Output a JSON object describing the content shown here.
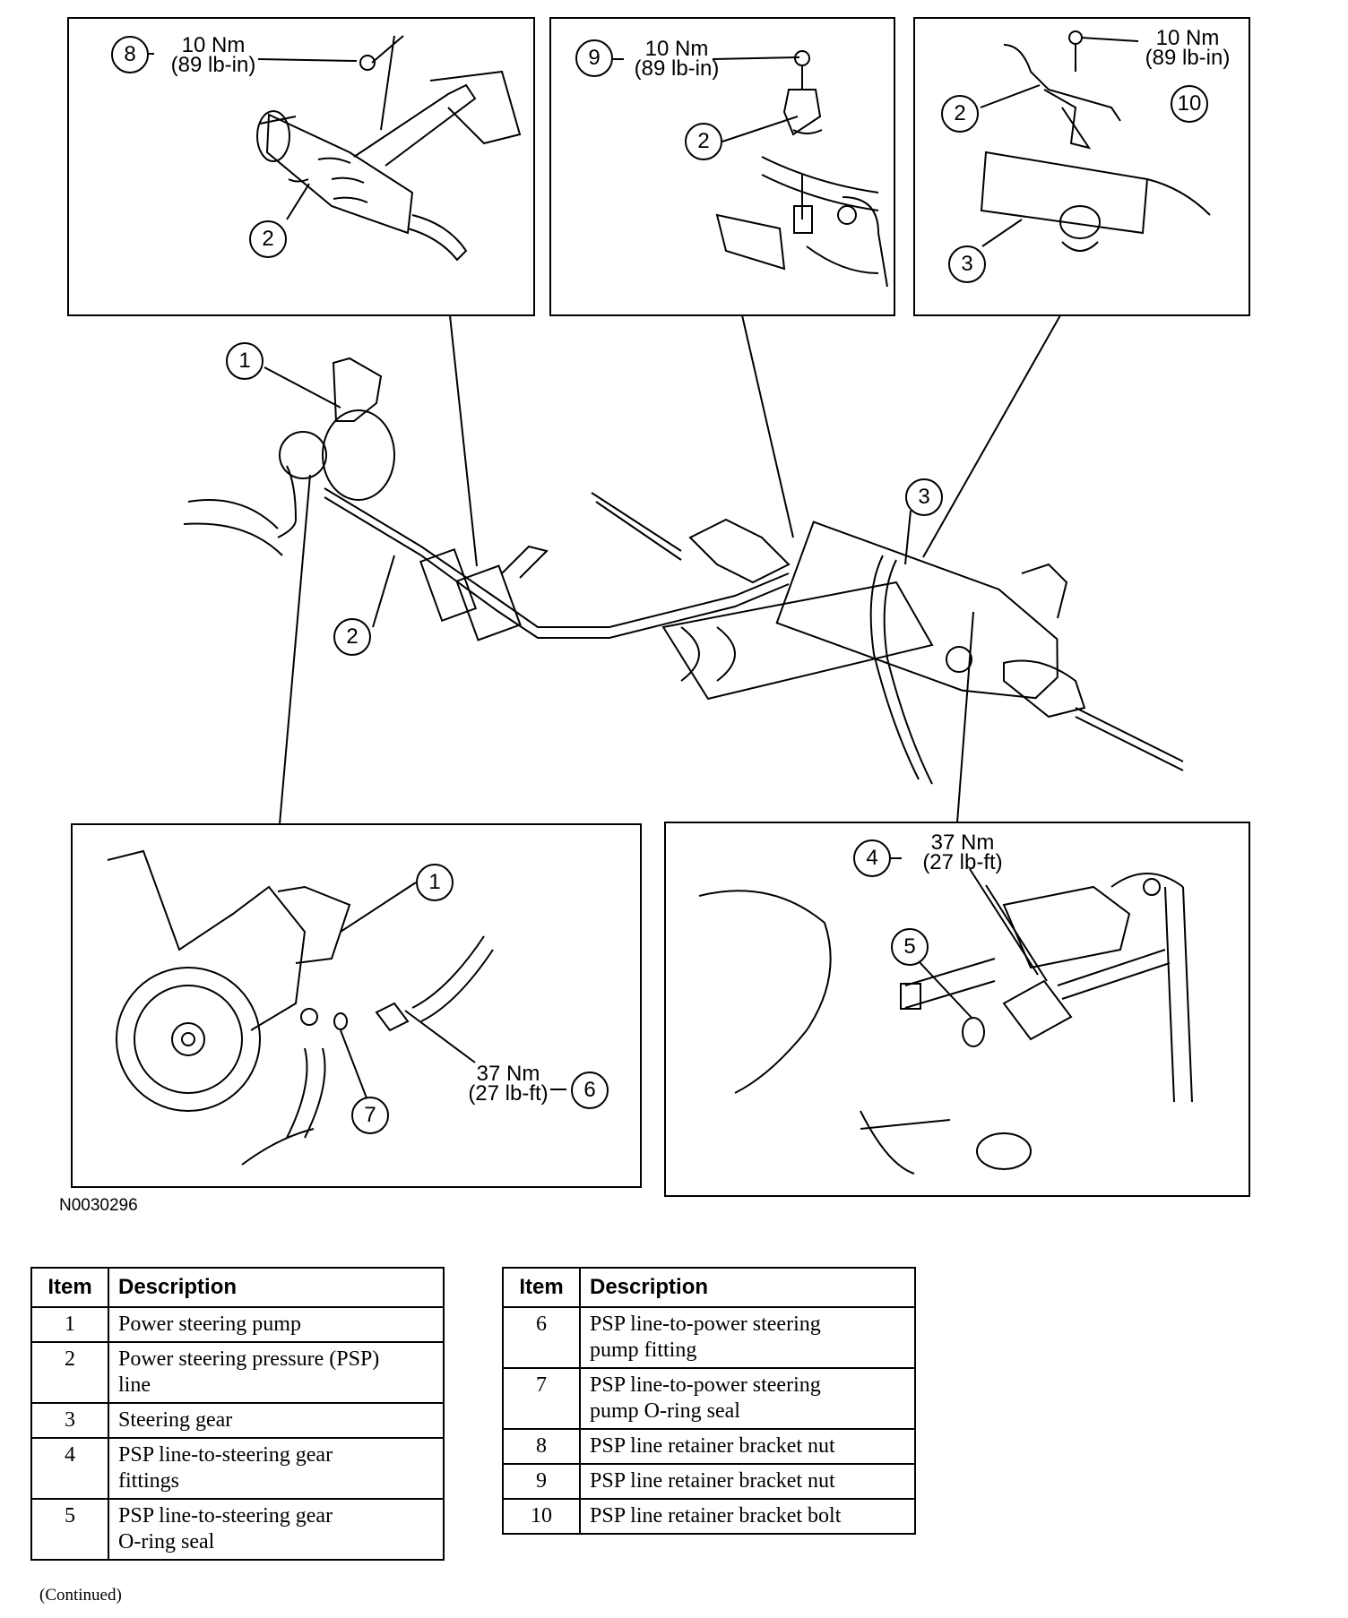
{
  "figure_id": "N0030296",
  "callouts": {
    "c1_main": "1",
    "c2_main": "2",
    "c3_main": "3",
    "c8": "8",
    "c2_inset1": "2",
    "c9": "9",
    "c2_inset2": "2",
    "c2_inset3": "2",
    "c3_inset3": "3",
    "c10": "10",
    "c1_inset4": "1",
    "c7": "7",
    "c6": "6",
    "c4": "4",
    "c5": "5"
  },
  "torque": {
    "t8": {
      "nm": "10 Nm",
      "imp": "(89 lb-in)"
    },
    "t9": {
      "nm": "10 Nm",
      "imp": "(89 lb-in)"
    },
    "t10": {
      "nm": "10 Nm",
      "imp": "(89 lb-in)"
    },
    "t6": {
      "nm": "37 Nm",
      "imp": "(27 lb-ft)"
    },
    "t4": {
      "nm": "37 Nm",
      "imp": "(27 lb-ft)"
    }
  },
  "legend": {
    "header_item": "Item",
    "header_description": "Description",
    "left": [
      {
        "item": "1",
        "desc": [
          "Power steering pump"
        ]
      },
      {
        "item": "2",
        "desc": [
          "Power steering pressure (PSP)",
          "line"
        ]
      },
      {
        "item": "3",
        "desc": [
          "Steering gear"
        ]
      },
      {
        "item": "4",
        "desc": [
          "PSP line-to-steering gear",
          "fittings"
        ]
      },
      {
        "item": "5",
        "desc": [
          "PSP line-to-steering gear",
          "O-ring seal"
        ]
      }
    ],
    "right": [
      {
        "item": "6",
        "desc": [
          "PSP line-to-power steering",
          "pump fitting"
        ]
      },
      {
        "item": "7",
        "desc": [
          "PSP line-to-power steering",
          "pump O-ring seal"
        ]
      },
      {
        "item": "8",
        "desc": [
          "PSP line retainer bracket nut"
        ]
      },
      {
        "item": "9",
        "desc": [
          "PSP line retainer bracket nut"
        ]
      },
      {
        "item": "10",
        "desc": [
          "PSP line retainer bracket bolt"
        ]
      }
    ]
  },
  "continued": "(Continued)"
}
